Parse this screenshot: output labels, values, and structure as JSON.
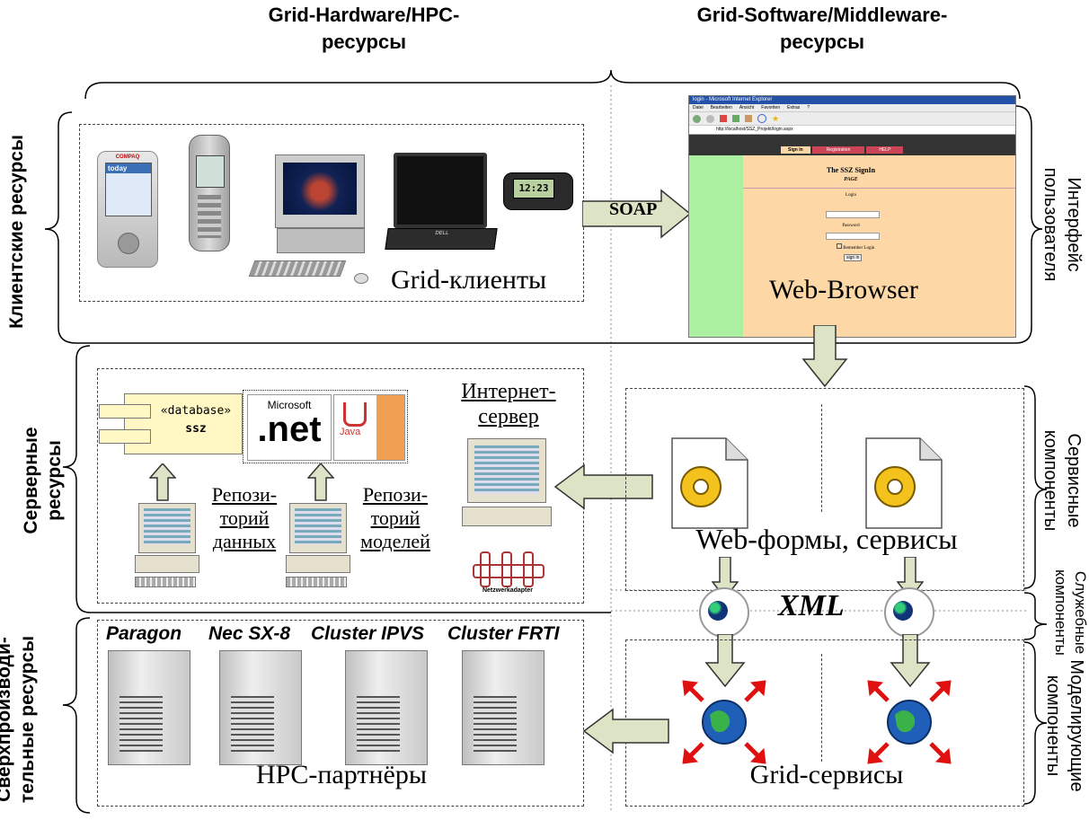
{
  "headers": {
    "left_line1": "Grid-Hardware/HPC-",
    "left_line2": "ресурсы",
    "right_line1": "Grid-Software/Middleware-",
    "right_line2": "ресурсы"
  },
  "left_labels": {
    "client": "Клиентские ресурсы",
    "server_line1": "Серверные",
    "server_line2": "ресурсы",
    "hpc_line1": "Сверхпроизводи-",
    "hpc_line2": "тельные ресурсы"
  },
  "right_labels": {
    "ui_line1": "Интерфейс",
    "ui_line2": "пользователя",
    "service_line1": "Сервисные",
    "service_line2": "компоненты",
    "utility_line1": "Служебные",
    "utility_line2": "компоненты",
    "model_line1": "Моделирующие",
    "model_line2": "компоненты"
  },
  "clients": {
    "label": "Grid-клиенты",
    "pda_brand": "COMPAQ",
    "pda_screen": "today",
    "laptop_brand": "DELL",
    "pager_time": "12:23"
  },
  "soap_label": "SOAP",
  "browser": {
    "label": "Web-Browser",
    "title_bar": "login - Microsoft Internet Explorer",
    "menu_items": [
      "Datei",
      "Bearbeiten",
      "Ansicht",
      "Favoriten",
      "Extras",
      "?"
    ],
    "address": "http://localhost/SSZ_Projekt/login.aspx",
    "tabs": [
      "Sign In",
      "Registration",
      "HELP"
    ],
    "signin_title": "The SSZ SignIn",
    "signin_sub": "PAGE",
    "login_label": "Login",
    "password_label": "Password",
    "remember_label": "Remember Login",
    "button_label": "sign in"
  },
  "server": {
    "db_stereotype": "«database»",
    "db_name": "ssz",
    "ms_top": "Microsoft",
    "ms_net": ".net",
    "java_label": "Java",
    "repo_data": [
      "Репози-",
      "торий",
      "данных"
    ],
    "repo_models": [
      "Репози-",
      "торий",
      "моделей"
    ],
    "internet_server": [
      "Интернет-",
      "сервер"
    ],
    "netzwerk": "Netzwerkadapter"
  },
  "services": {
    "label": "Web-формы, сервисы",
    "xml": "XML",
    "grid_label": "Grid-сервисы"
  },
  "hpc": {
    "names": [
      "Paragon",
      "Nec SX-8",
      "Cluster IPVS",
      "Cluster FRTI"
    ],
    "label": "HPC-партнёры"
  }
}
